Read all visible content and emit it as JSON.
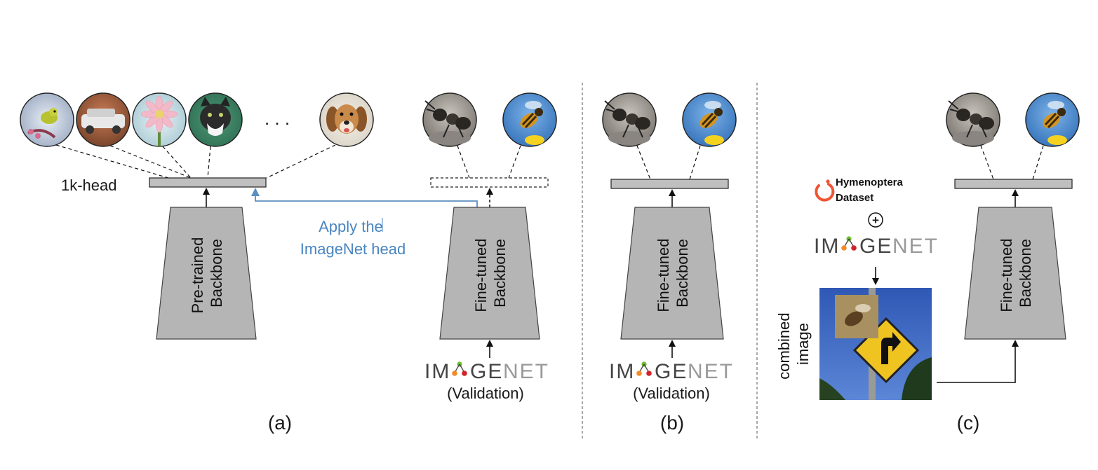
{
  "panels": {
    "a": {
      "caption": "(a)",
      "head_label": "1k-head",
      "pretrained_backbone": [
        "Pre-trained",
        "Backbone"
      ],
      "finetuned_backbone": [
        "Fine-tuned",
        "Backbone"
      ],
      "ellipsis": ". . .",
      "apply_note": [
        "Apply the",
        "ImageNet head"
      ],
      "dataset_logo": {
        "left": "IM",
        "right": "GE",
        "tail": "NET"
      },
      "dataset_note": "(Validation)"
    },
    "b": {
      "caption": "(b)",
      "finetuned_backbone": [
        "Fine-tuned",
        "Backbone"
      ],
      "dataset_logo": {
        "left": "IM",
        "right": "GE",
        "tail": "NET"
      },
      "dataset_note": "(Validation)"
    },
    "c": {
      "caption": "(c)",
      "hymenoptera_label": [
        "Hymenoptera",
        "Dataset"
      ],
      "plus_symbol": "+",
      "dataset_logo": {
        "left": "IM",
        "right": "GE",
        "tail": "NET"
      },
      "combined_label": [
        "combined",
        "image"
      ],
      "finetuned_backbone": [
        "Fine-tuned",
        "Backbone"
      ]
    }
  },
  "icons": {
    "imagenet_classes": [
      "bird-photo-icon",
      "car-photo-icon",
      "flower-photo-icon",
      "cat-photo-icon",
      "dog-photo-icon"
    ],
    "target_classes": [
      "ant-photo-icon",
      "bee-photo-icon"
    ]
  },
  "colors": {
    "backbone_fill": "#b5b5b5",
    "head_fill": "#bfbfbf",
    "apply_arrow": "#5b8fc0",
    "text": "#1a1a1a",
    "logo_dark": "#444444",
    "logo_light": "#9a9a9a",
    "logo_green": "#6cbf2a",
    "logo_orange": "#f28c28",
    "logo_red": "#d2232a",
    "hymenoptera_orange": "#ee5533"
  }
}
